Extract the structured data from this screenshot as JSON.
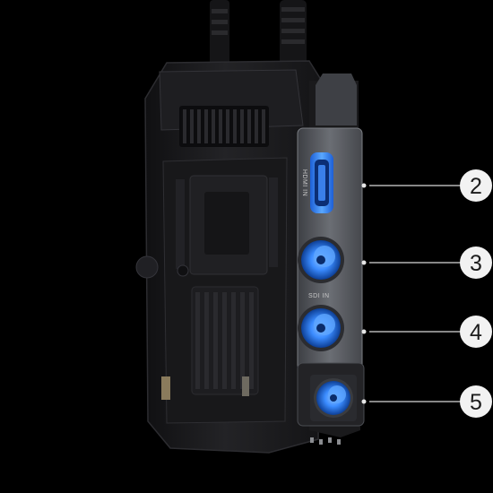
{
  "device": {
    "name_icon": "video-transmitter-device",
    "ports": [
      {
        "label": "HDMI IN",
        "icon": "hdmi-port-icon",
        "accent": "#3b8cff"
      },
      {
        "label": "",
        "icon": "bnc-connector-icon",
        "accent": "#3b8cff"
      },
      {
        "label": "SDI IN",
        "icon": "bnc-connector-icon",
        "accent": "#3b8cff"
      },
      {
        "label": "",
        "icon": "bnc-connector-icon",
        "accent": "#3b8cff"
      }
    ]
  },
  "callouts": [
    {
      "number": "2"
    },
    {
      "number": "3"
    },
    {
      "number": "4"
    },
    {
      "number": "5"
    }
  ],
  "colors": {
    "background": "#000000",
    "body": "#1b1b1d",
    "panel": "#5a5d63",
    "accent_blue": "#3b8cff",
    "callout": "#f2f2f2"
  }
}
